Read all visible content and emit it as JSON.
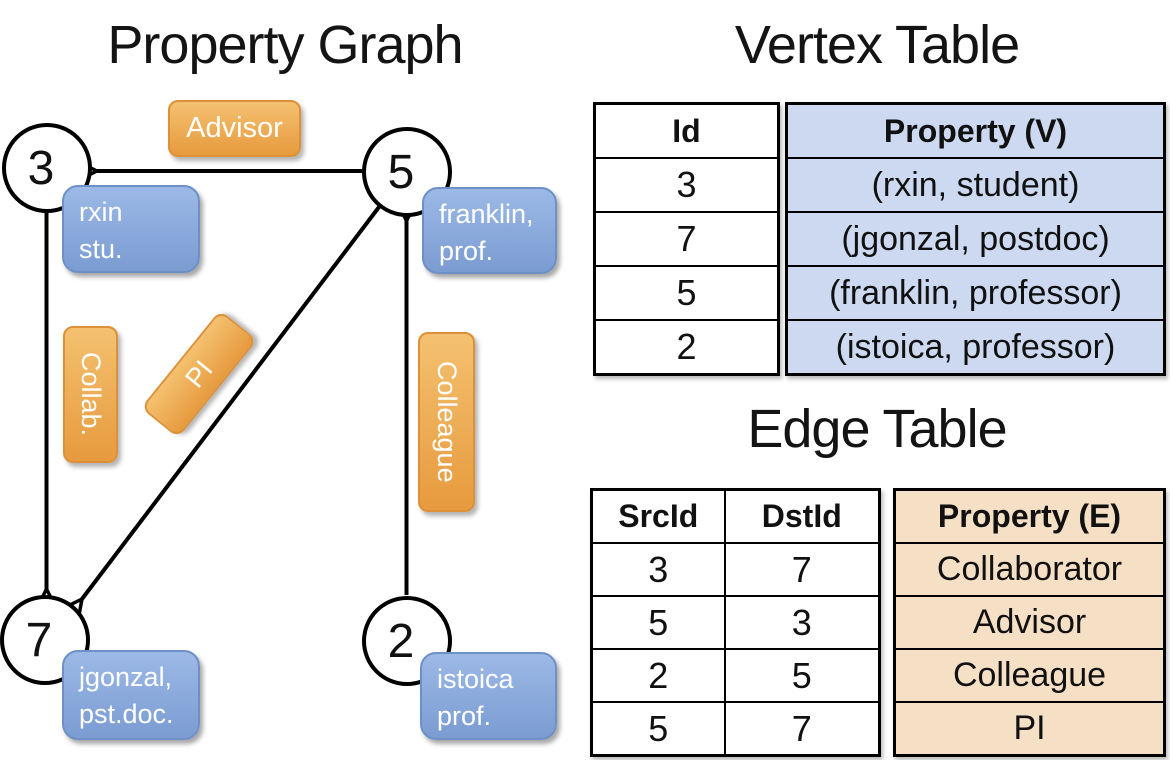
{
  "graph": {
    "title": "Property Graph",
    "vertices": [
      {
        "id": "3",
        "line1": "rxin",
        "line2": "stu."
      },
      {
        "id": "5",
        "line1": "franklin,",
        "line2": "prof."
      },
      {
        "id": "7",
        "line1": "jgonzal,",
        "line2": "pst.doc."
      },
      {
        "id": "2",
        "line1": "istoica",
        "line2": "prof."
      }
    ],
    "edge_labels": {
      "advisor": "Advisor",
      "collab": "Collab.",
      "pi": "PI",
      "colleague": "Colleague"
    }
  },
  "vertex_table": {
    "title": "Vertex Table",
    "col_id": "Id",
    "col_property": "Property (V)",
    "rows": [
      [
        "3",
        "(rxin, student)"
      ],
      [
        "7",
        "(jgonzal, postdoc)"
      ],
      [
        "5",
        "(franklin, professor)"
      ],
      [
        "2",
        "(istoica, professor)"
      ]
    ]
  },
  "edge_table": {
    "title": "Edge Table",
    "col_src": "SrcId",
    "col_dst": "DstId",
    "col_property": "Property (E)",
    "rows": [
      [
        "3",
        "7",
        "Collaborator"
      ],
      [
        "5",
        "3",
        "Advisor"
      ],
      [
        "2",
        "5",
        "Colleague"
      ],
      [
        "5",
        "7",
        "PI"
      ]
    ]
  },
  "colors": {
    "title_color": "#141414",
    "vertex_box_top": "#9cb9e6",
    "vertex_box_bottom": "#7b9cd2",
    "vertex_box_border": "#6d91c6",
    "edge_box_top": "#f4c170",
    "edge_box_bottom": "#e79a3e",
    "edge_box_border": "#dc9138",
    "vertex_table_fill": "#ccd9f0",
    "edge_table_fill": "#f5dfc5",
    "table_border": "#000000",
    "edge_line": "#000000"
  }
}
